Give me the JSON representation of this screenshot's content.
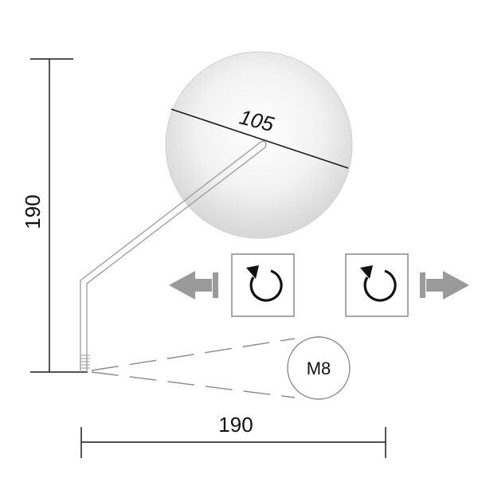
{
  "dimensions": {
    "height": "190",
    "width": "190",
    "sphere_diameter": "105"
  },
  "thread": {
    "label": "M8"
  },
  "rotation": {
    "left_symbol": "rotate-counterclockwise-icon",
    "right_symbol": "rotate-counterclockwise-icon"
  },
  "colors": {
    "line": "#1a1a1a",
    "rod": "#9a9a9a",
    "arrow": "#9a9a9a",
    "sphere_edge": "#d8d8d8",
    "sphere_center": "#ffffff"
  }
}
